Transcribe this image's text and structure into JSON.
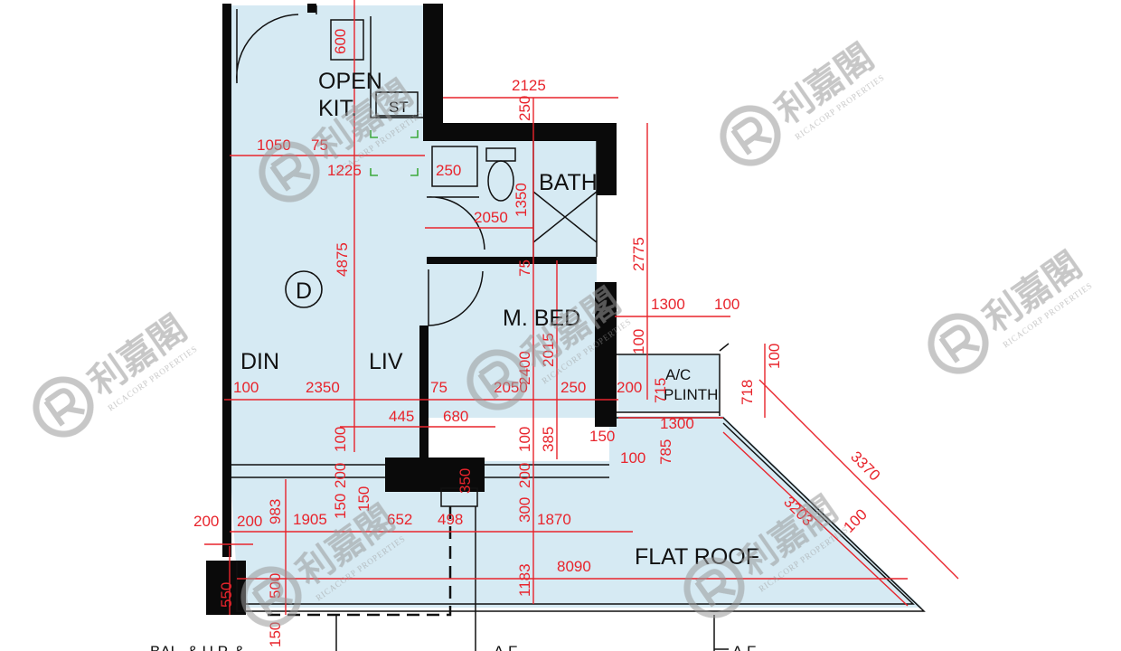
{
  "colors": {
    "floor": "#d6eaf3",
    "wall": "#0a0a0a",
    "dimension": "#e8242c",
    "fixture_green": "#3daa3d",
    "watermark": "#9a9a9a"
  },
  "unit_label": "D",
  "rooms": {
    "open_kitchen": [
      "OPEN",
      "KIT."
    ],
    "stove": "ST",
    "bath": "BATH",
    "master_bed": "M.  BED",
    "dining": "DIN",
    "living": "LIV",
    "ac_plinth": [
      "A/C",
      "PLINTH"
    ],
    "flat_roof": "FLAT ROOF"
  },
  "bottom_labels": [
    "BAL. & U.P. &",
    "A.F.",
    "A.F."
  ],
  "watermark": {
    "brand_cn": "利嘉閣",
    "brand_en": "RICACORP PROPERTIES"
  },
  "dimensions": {
    "d600": "600",
    "d2125": "2125",
    "d250a": "250",
    "d1050": "1050",
    "d75a": "75",
    "d1225": "1225",
    "d250b": "250",
    "d2775": "2775",
    "d1350": "1350",
    "d2050a": "2050",
    "d4875": "4875",
    "d75b": "75",
    "d1300a": "1300",
    "d100a": "100",
    "d2015": "2015",
    "d2400": "2400",
    "d100b": "100",
    "d100c": "100",
    "d100d": "100",
    "d2350": "2350",
    "d75c": "75",
    "d2050b": "2050",
    "d250c": "250",
    "d200a": "200",
    "d715": "715",
    "d718": "718",
    "d445": "445",
    "d680": "680",
    "d1300b": "1300",
    "d385": "385",
    "d100e": "100",
    "d100f": "100",
    "d150a": "150",
    "d100g": "100",
    "d785": "785",
    "d3370": "3370",
    "d200b": "200",
    "d200c": "200",
    "d350": "350",
    "d150b": "150",
    "d150c": "150",
    "d983": "983",
    "d300": "300",
    "d200d": "200",
    "d200e": "200",
    "d1905": "1905",
    "d652": "652",
    "d498": "498",
    "d1870": "1870",
    "d3203": "3203",
    "d100h": "100",
    "d8090": "8090",
    "d1183": "1183",
    "d500": "500",
    "d550": "550",
    "d150d": "150"
  }
}
